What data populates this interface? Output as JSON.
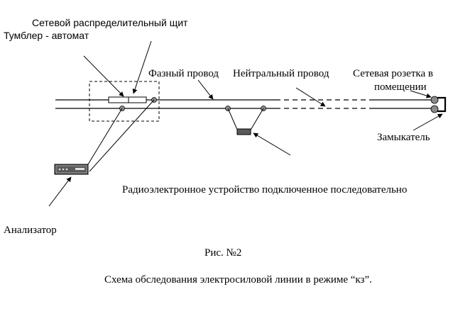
{
  "labels": {
    "switchboard": "Сетевой распределительный щит",
    "breaker": "Тумблер - автомат",
    "phase_wire": "Фазный провод",
    "neutral_wire": "Нейтральный провод",
    "socket_line1": "Сетевая  розетка в",
    "socket_line2": "помещении",
    "shorter": "Замыкатель",
    "device": "Радиоэлектронное устройство подключенное последовательно",
    "analyzer": "Анализатор",
    "figure_number": "Рис. №2",
    "caption": "Схема обследования электросиловой линии в режиме “кз”."
  }
}
